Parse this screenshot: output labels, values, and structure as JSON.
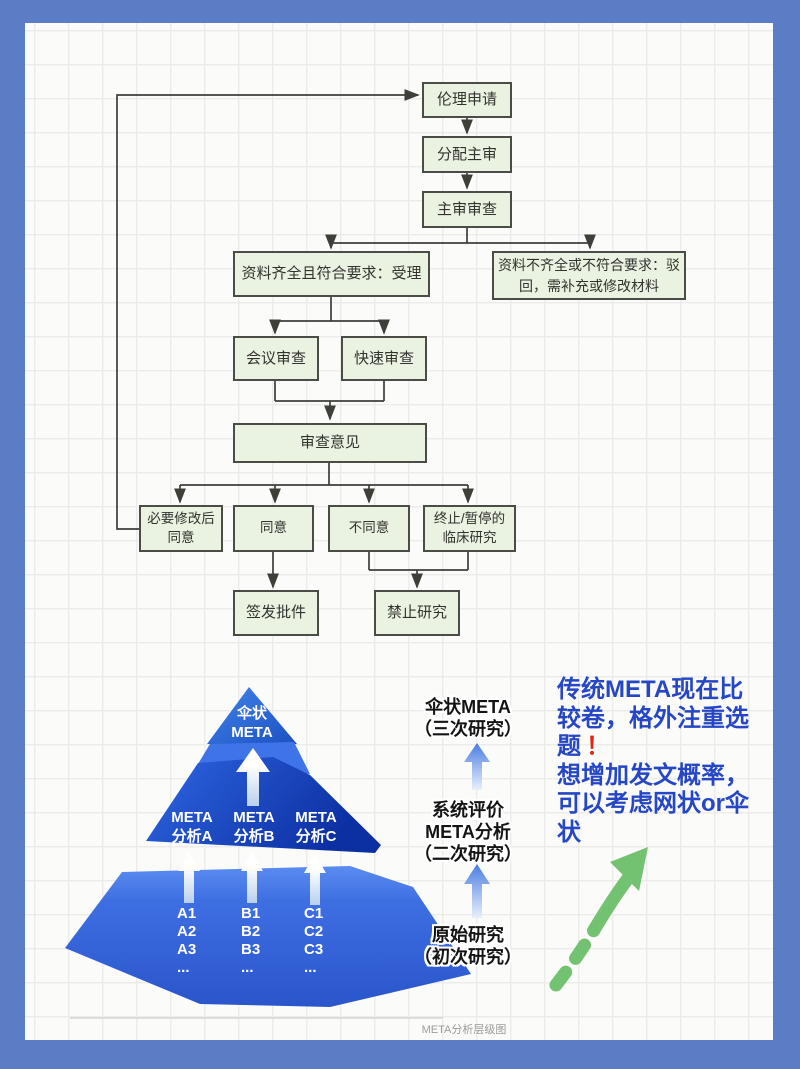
{
  "colors": {
    "frame_blue": "#5a7dc6",
    "node_fill": "#eaf3e1",
    "node_border": "#4c4c46",
    "connector": "#3f3f3a",
    "pyramid_blue_dark": "#0c2fa2",
    "pyramid_blue_mid": "#2f67e2",
    "pyramid_blue_light": "#5b8cf0",
    "note_blue": "#2647c5",
    "exclaim_red": "#e02515",
    "green_arrow": "#72c271"
  },
  "flowchart": {
    "nodes": [
      {
        "id": "ethics-application",
        "label": "伦理申请"
      },
      {
        "id": "assign-chief-reviewer",
        "label": "分配主审"
      },
      {
        "id": "chief-review",
        "label": "主审审查"
      },
      {
        "id": "accepted",
        "label": "资料齐全且符合要求：受理"
      },
      {
        "id": "rejected",
        "label": "资料不齐全或不符合要求：驳回，需补充或修改材料"
      },
      {
        "id": "meeting-review",
        "label": "会议审查"
      },
      {
        "id": "rapid-review",
        "label": "快速审查"
      },
      {
        "id": "review-opinion",
        "label": "审查意见"
      },
      {
        "id": "approve-after-revision",
        "label": "必要修改后同意"
      },
      {
        "id": "approve",
        "label": "同意"
      },
      {
        "id": "disapprove",
        "label": "不同意"
      },
      {
        "id": "terminate-suspend",
        "label": "终止/暂停的临床研究"
      },
      {
        "id": "issue-approval",
        "label": "签发批件"
      },
      {
        "id": "forbid-research",
        "label": "禁止研究"
      }
    ]
  },
  "pyramid": {
    "top_label": "伞状\nMETA",
    "mid_labels": [
      "META\n分析A",
      "META\n分析B",
      "META\n分析C"
    ],
    "base_columns": [
      "A1\nA2\nA3\n...",
      "B1\nB2\nB3\n...",
      "C1\nC2\nC3\n..."
    ],
    "side_levels": [
      "伞状META\n（三次研究）",
      "系统评价\nMETA分析\n（二次研究）",
      "原始研究\n（初次研究）"
    ],
    "caption": "META分析层级图"
  },
  "note": {
    "line1": "传统META现在比",
    "line2": "较卷，格外注重选",
    "line3": "题",
    "exclaim": "！",
    "line4": "想增加发文概率，",
    "line5": "可以考虑网状or伞",
    "line6": "状"
  }
}
